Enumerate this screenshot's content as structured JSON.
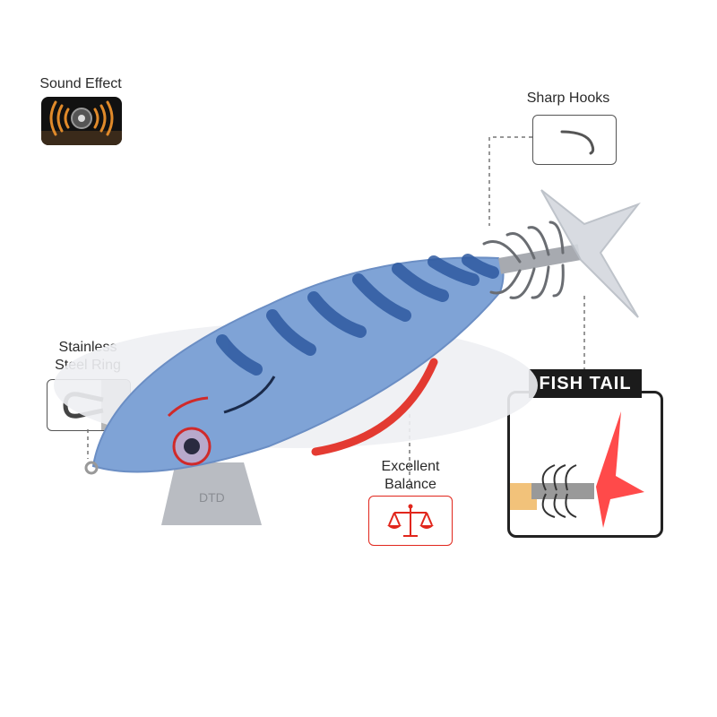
{
  "features": {
    "sound_effect": {
      "label": "Sound Effect",
      "icon": "speaker-waves-icon"
    },
    "sharp_hooks": {
      "label": "Sharp Hooks",
      "icon": "hook-icon"
    },
    "steel_ring": {
      "label_line1": "Stainless",
      "label_line2": "Steel Ring",
      "icon": "steel-ring-icon"
    },
    "balance": {
      "label_line1": "Excellent",
      "label_line2": "Balance",
      "icon": "scale-icon"
    },
    "fish_tail": {
      "label": "FISH TAIL",
      "icon": "fish-tail-icon"
    }
  },
  "product": {
    "brand_mark": "DTD"
  },
  "colors": {
    "body": "#7fa3d6",
    "stripe": "#2e5aa0",
    "accent_red": "#e1261c",
    "dark": "#1b1b1b"
  }
}
